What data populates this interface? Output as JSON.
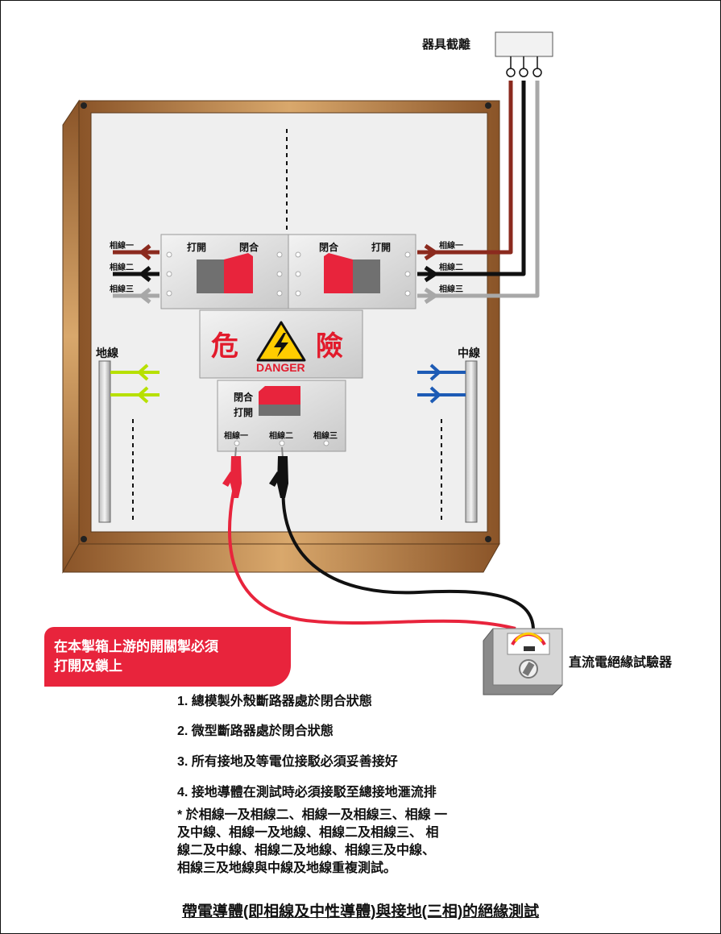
{
  "title": "帶電導體(即相線及中性導體)與接地(三相)的絕緣測試",
  "isolator_label": "器具截離",
  "tester_label": "直流電絕緣試驗器",
  "phase_labels": [
    "相線一",
    "相線二",
    "相線三"
  ],
  "earth_label": "地線",
  "neutral_label": "中線",
  "switch_open": "打開",
  "switch_closed": "閉合",
  "danger": {
    "left": "危",
    "right": "險",
    "en": "DANGER"
  },
  "warning": [
    "在本掣箱上游的開關掣必須",
    "打開及鎖上"
  ],
  "notes": [
    "1. 總模製外殼斷路器處於閉合狀態",
    "2. 微型斷路器處於閉合狀態",
    "3. 所有接地及等電位接駁必須妥善接好",
    "4. 接地導體在測試時必須接駁至總接地滙流排"
  ],
  "star_note": [
    "* 於相線一及相線二、相線一及相線三、相線 一",
    "  及中線、相線一及地線、相線二及相線三、 相",
    "  線二及中線、相線二及地線、相線三及中線、",
    "  相線三及地線與中線及地線重複測試。"
  ],
  "colors": {
    "phase1": "#8b2a1e",
    "phase2": "#111111",
    "phase3": "#a8a8a8",
    "earth": "#b7e000",
    "neutral": "#1d5bb5",
    "lead_red": "#e8243c",
    "wood": "#a86a3a"
  }
}
